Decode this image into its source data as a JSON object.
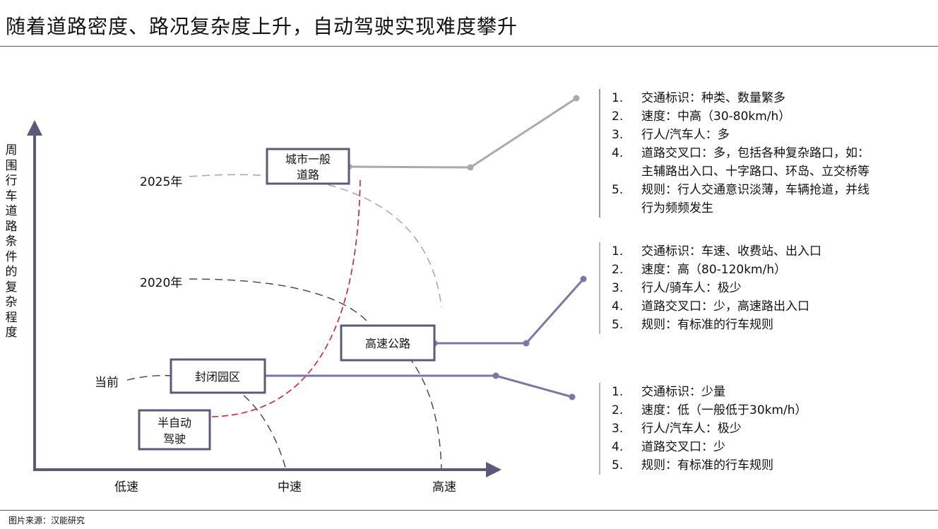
{
  "title": "随着道路密度、路况复杂度上升，自动驾驶实现难度攀升",
  "source": "图片来源：汉能研究",
  "y_axis_label": "周围行车道路条件的复杂程度",
  "x_axis": {
    "ticks": [
      "低速",
      "中速",
      "高速"
    ]
  },
  "years": [
    "2025年",
    "2020年",
    "当前"
  ],
  "boxes": {
    "city": [
      "城市一般",
      "道路"
    ],
    "highway": [
      "高速公路"
    ],
    "park": [
      "封闭园区"
    ],
    "semi": [
      "半自动",
      "驾驶"
    ]
  },
  "lists": {
    "city": [
      {
        "num": "1.",
        "text": "交通标识：种类、数量繁多"
      },
      {
        "num": "2.",
        "text": "速度：中高（30-80km/h）"
      },
      {
        "num": "3.",
        "text": "行人/汽车人：多"
      },
      {
        "num": "4.",
        "text": "道路交叉口：多，包括各种复杂路口，如：\n主辅路出入口、十字路口、环岛、立交桥等"
      },
      {
        "num": "5.",
        "text": "规则：行人交通意识淡薄，车辆抢道，并线\n行为频频发生"
      }
    ],
    "highway": [
      {
        "num": "1.",
        "text": "交通标识：车速、收费站、出入口"
      },
      {
        "num": "2.",
        "text": "速度：高（80-120km/h）"
      },
      {
        "num": "3.",
        "text": "行人/骑车人：极少"
      },
      {
        "num": "4.",
        "text": "道路交叉口：少，高速路出入口"
      },
      {
        "num": "5.",
        "text": "规则：有标准的行车规则"
      }
    ],
    "park": [
      {
        "num": "1.",
        "text": "交通标识：少量"
      },
      {
        "num": "2.",
        "text": "速度：低（一般低于30km/h）"
      },
      {
        "num": "3.",
        "text": "行人/汽车人：极少"
      },
      {
        "num": "4.",
        "text": "道路交叉口：少"
      },
      {
        "num": "5.",
        "text": "规则：有标准的行车规则"
      }
    ]
  },
  "colors": {
    "axis": "#5a5a7c",
    "box_border": "#5a5a7c",
    "connector_gray": "#aaaaaa",
    "connector_purple": "#7a77a8",
    "arc_gray": "#aaaaaa",
    "arc_navy": "#3d3d64",
    "arc_red": "#d0242b"
  }
}
